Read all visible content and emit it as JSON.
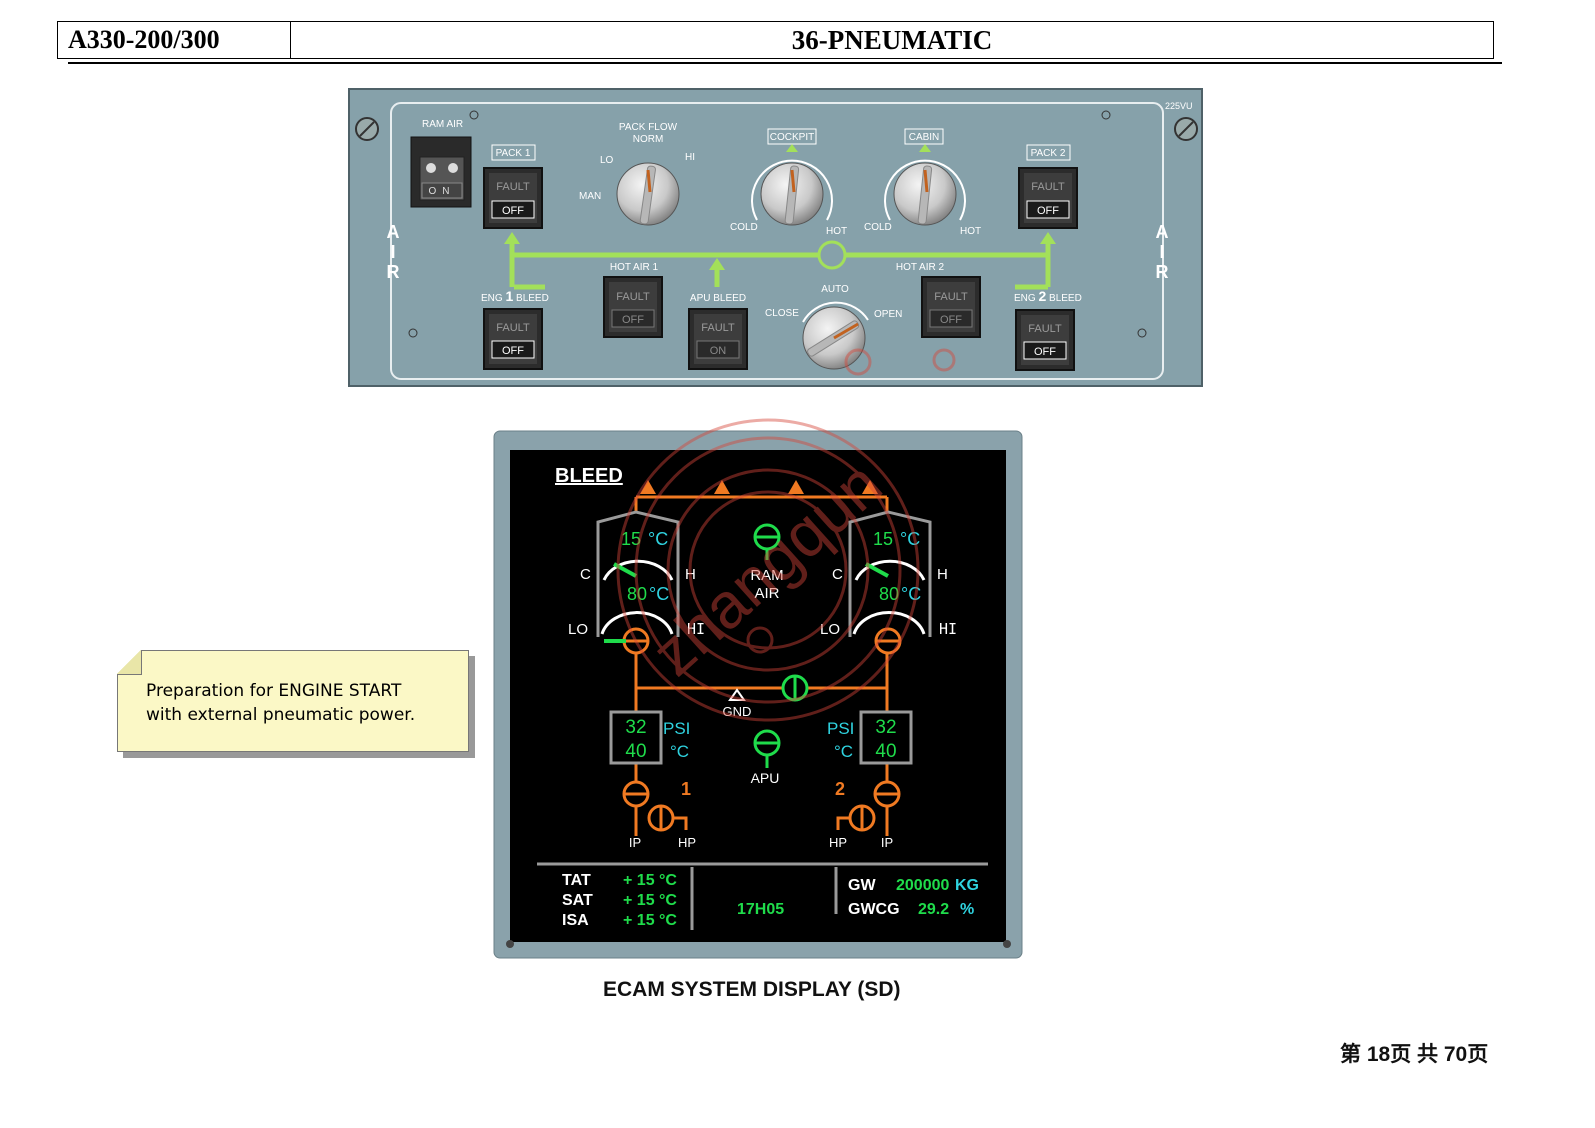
{
  "header": {
    "model": "A330-200/300",
    "chapter": "36-PNEUMATIC"
  },
  "panel": {
    "id": "225VU",
    "side_left": [
      "A",
      "I",
      "R"
    ],
    "side_right": [
      "A",
      "I",
      "R"
    ],
    "ram_air": {
      "label": "RAM AIR",
      "on": "ON"
    },
    "pack1": {
      "label": "PACK 1",
      "fault": "FAULT",
      "state": "OFF"
    },
    "pack2": {
      "label": "PACK 2",
      "fault": "FAULT",
      "state": "OFF"
    },
    "pack_flow": {
      "label1": "PACK FLOW",
      "label2": "NORM",
      "lo": "LO",
      "hi": "HI",
      "man": "MAN"
    },
    "cockpit": {
      "label": "COCKPIT",
      "cold": "COLD",
      "hot": "HOT"
    },
    "cabin": {
      "label": "CABIN",
      "cold": "COLD",
      "hot": "HOT"
    },
    "hot_air1": {
      "label": "HOT AIR 1",
      "fault": "FAULT",
      "state": "OFF"
    },
    "hot_air2": {
      "label": "HOT AIR 2",
      "fault": "FAULT",
      "state": "OFF"
    },
    "apu_bleed": {
      "label": "APU BLEED",
      "fault": "FAULT",
      "state": "ON"
    },
    "eng1_bleed": {
      "pre": "ENG",
      "num": "1",
      "post": "BLEED",
      "fault": "FAULT",
      "state": "OFF"
    },
    "eng2_bleed": {
      "pre": "ENG",
      "num": "2",
      "post": "BLEED",
      "fault": "FAULT",
      "state": "OFF"
    },
    "xbleed": {
      "auto": "AUTO",
      "close": "CLOSE",
      "open": "OPEN"
    }
  },
  "ecam": {
    "title": "BLEED",
    "left": {
      "pack_temp": "15",
      "pack_unit": "°C",
      "c": "C",
      "h": "H",
      "outlet_temp": "80",
      "outlet_unit": "°C",
      "lo": "LO",
      "hi": "HI",
      "psi": "32",
      "temp": "40",
      "psi_label": "PSI",
      "temp_label": "°C",
      "eng": "1",
      "ip": "IP",
      "hp": "HP"
    },
    "right": {
      "pack_temp": "15",
      "pack_unit": "°C",
      "c": "C",
      "h": "H",
      "outlet_temp": "80",
      "outlet_unit": "°C",
      "lo": "LO",
      "hi": "HI",
      "psi": "32",
      "temp": "40",
      "psi_label": "PSI",
      "temp_label": "°C",
      "eng": "2",
      "ip": "IP",
      "hp": "HP"
    },
    "ram_air": [
      "RAM",
      "AIR"
    ],
    "gnd": "GND",
    "apu": "APU",
    "footer": {
      "tat_label": "TAT",
      "tat": "+ 15 °C",
      "sat_label": "SAT",
      "sat": "+ 15 °C",
      "isa_label": "ISA",
      "isa": "+ 15 °C",
      "time": "17H05",
      "gw_label": "GW",
      "gw": "200000",
      "gw_unit": "KG",
      "gwcg_label": "GWCG",
      "gwcg": "29.2",
      "gwcg_unit": "%"
    },
    "watermark": "zhangqun"
  },
  "note": {
    "line1": "Preparation for ENGINE START",
    "line2": "with external pneumatic power."
  },
  "caption": "ECAM SYSTEM DISPLAY (SD)",
  "pager": "第 18页  共 70页",
  "colors": {
    "panel": "#86a1aa",
    "green": "#1fdc4b",
    "cyan": "#2fd3e0",
    "amber": "#f07a22",
    "light_green": "#a3e05a"
  }
}
